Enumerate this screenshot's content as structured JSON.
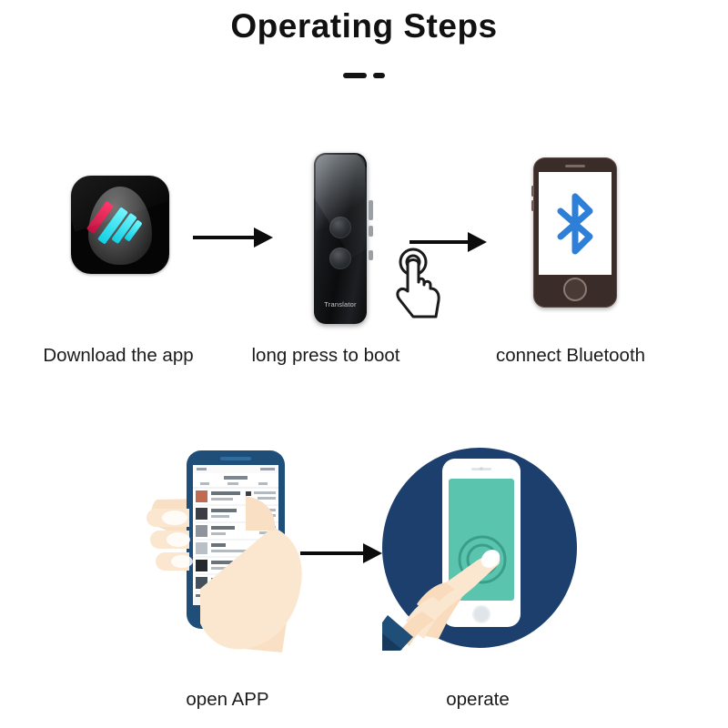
{
  "header": {
    "title": "Operating Steps",
    "divider": {
      "long_dash": "",
      "short_dash": ""
    }
  },
  "colors": {
    "title_text": "#111111",
    "caption_text": "#1b1b1b",
    "arrow": "#0c0c0c",
    "bluetooth_blue": "#2e7fd8",
    "app_icon_bg": "#050505",
    "app_icon_accent_pink": "#ff2f62",
    "app_icon_accent_cyan": "#13cfe4",
    "device_black": "#0b0c0d",
    "navy_circle": "#1d3f6e",
    "phone_navy": "#1f4e79",
    "teal_screen": "#5bc4ae",
    "skin": "#f7dcbe",
    "background": "#ffffff"
  },
  "steps": [
    {
      "id": "download-the-app",
      "caption": "Download the app",
      "icon_name": "translator-app-icon",
      "row": 1,
      "order": 1
    },
    {
      "id": "long-press-to-boot",
      "caption": "long press to boot",
      "icon_name": "translator-device",
      "device_label": "Translator",
      "row": 1,
      "order": 2
    },
    {
      "id": "connect-bluetooth",
      "caption": "connect Bluetooth",
      "icon_name": "phone-bluetooth",
      "row": 1,
      "order": 3
    },
    {
      "id": "open-app",
      "caption": "open APP",
      "icon_name": "hand-holding-phone",
      "row": 2,
      "order": 4
    },
    {
      "id": "operate",
      "caption": "operate",
      "icon_name": "finger-tap-phone-circle",
      "row": 2,
      "order": 5
    }
  ],
  "arrows": [
    {
      "id": "arrow-1",
      "from": "download-the-app",
      "to": "long-press-to-boot",
      "direction": "right"
    },
    {
      "id": "arrow-2",
      "from": "long-press-to-boot",
      "to": "connect-bluetooth",
      "direction": "right"
    },
    {
      "id": "arrow-3",
      "from": "open-app",
      "to": "operate",
      "direction": "right"
    }
  ],
  "icons": {
    "tap_hand": "finger-tap-icon",
    "bluetooth": "bluetooth-icon",
    "home_button": "home-button-icon"
  }
}
